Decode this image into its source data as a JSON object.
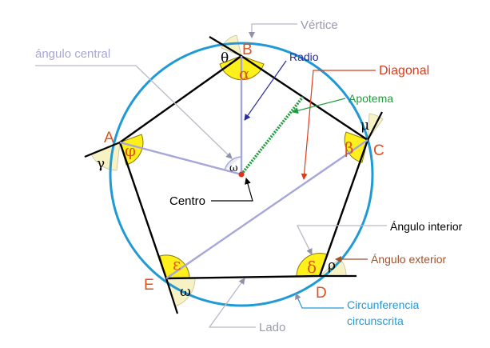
{
  "labels": {
    "vertice": "Vértice",
    "angulo_central": "ángulo central",
    "radio": "Radio",
    "diagonal": "Diagonal",
    "apotema": "Apotema",
    "centro": "Centro",
    "angulo_interior": "Ángulo interior",
    "angulo_exterior": "Ángulo exterior",
    "circunferencia_line1": "Circunferencia",
    "circunferencia_line2": "circunscrita",
    "lado": "Lado"
  },
  "vertices": {
    "A": "A",
    "B": "B",
    "C": "C",
    "D": "D",
    "E": "E"
  },
  "greek": {
    "alpha": "α",
    "beta": "β",
    "delta": "δ",
    "epsilon": "ε",
    "phi": "φ",
    "theta": "θ",
    "mu": "μ",
    "rho": "ρ",
    "omega_e": "ω",
    "gamma": "γ",
    "omega_center": "ω"
  },
  "colors": {
    "circle": "#1f9ad6",
    "polygon": "#000000",
    "radius": "#a6a6d8",
    "apothem": "#1e9e3a",
    "diagonal_line": "#a6a6d8",
    "diagonal_label": "#e03a1a",
    "vertex_letters": "#e0501a",
    "center_dot": "#e0301a",
    "angle_fill": "#ffef1a",
    "exterior_fill": "#f7f2c4",
    "pointer_gray": "#b9b9c9",
    "radio_label": "#2a2a9a",
    "angulo_exterior_label": "#a0522d",
    "circunferencia_label": "#1f9ad6"
  }
}
